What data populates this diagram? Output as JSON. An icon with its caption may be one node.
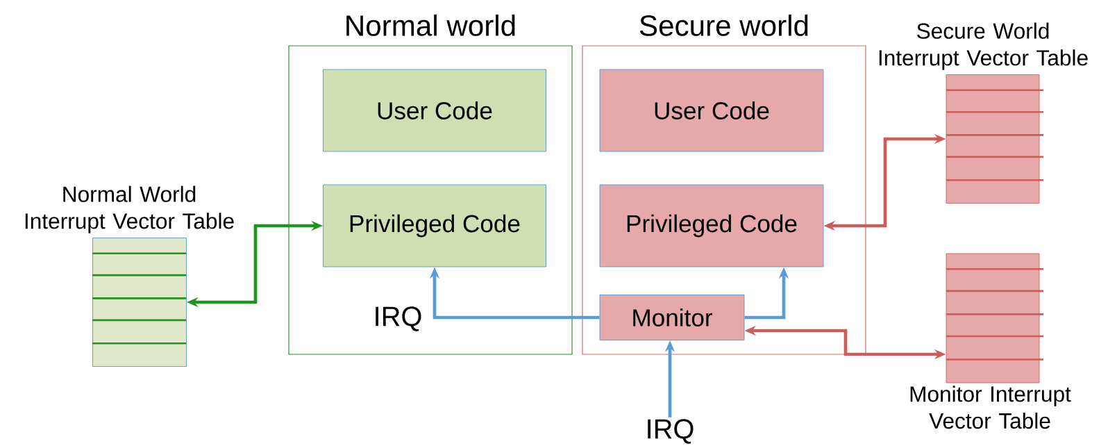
{
  "diagram": {
    "nodes": [
      {
        "text": [
          "Normal world"
        ]
      },
      {
        "text": [
          "User Code"
        ],
        "in": 0
      },
      {
        "text": [
          "Privileged Code"
        ],
        "in": 0
      },
      {
        "text": [
          "Secure world"
        ]
      },
      {
        "text": [
          "User Code"
        ],
        "in": 3
      },
      {
        "text": [
          "Privileged Code"
        ],
        "in": 3
      },
      {
        "text": [
          "Monitor"
        ],
        "in": 3
      },
      {
        "text": [
          "Normal World Interrupt Vector Table"
        ]
      },
      {
        "text": [
          "Secure World Interrupt Vector Table"
        ]
      },
      {
        "text": [
          "Monitor Interrupt Vector Table"
        ]
      },
      {
        "text": [
          "IRQ"
        ]
      }
    ],
    "edges": [
      {
        "from": 7,
        "to": 2,
        "arrow": "both",
        "color": "#1e961e"
      },
      {
        "from": 6,
        "to": 2,
        "arrow": "to",
        "label": "IRQ"
      },
      {
        "from": 6,
        "to": 5,
        "arrow": "to"
      },
      {
        "from": 10,
        "to": 6,
        "arrow": "to"
      },
      {
        "from": 5,
        "to": 8,
        "arrow": "both",
        "color": "#cd5d5a"
      },
      {
        "from": 6,
        "to": 9,
        "arrow": "both",
        "color": "#cd5d5a"
      }
    ]
  }
}
